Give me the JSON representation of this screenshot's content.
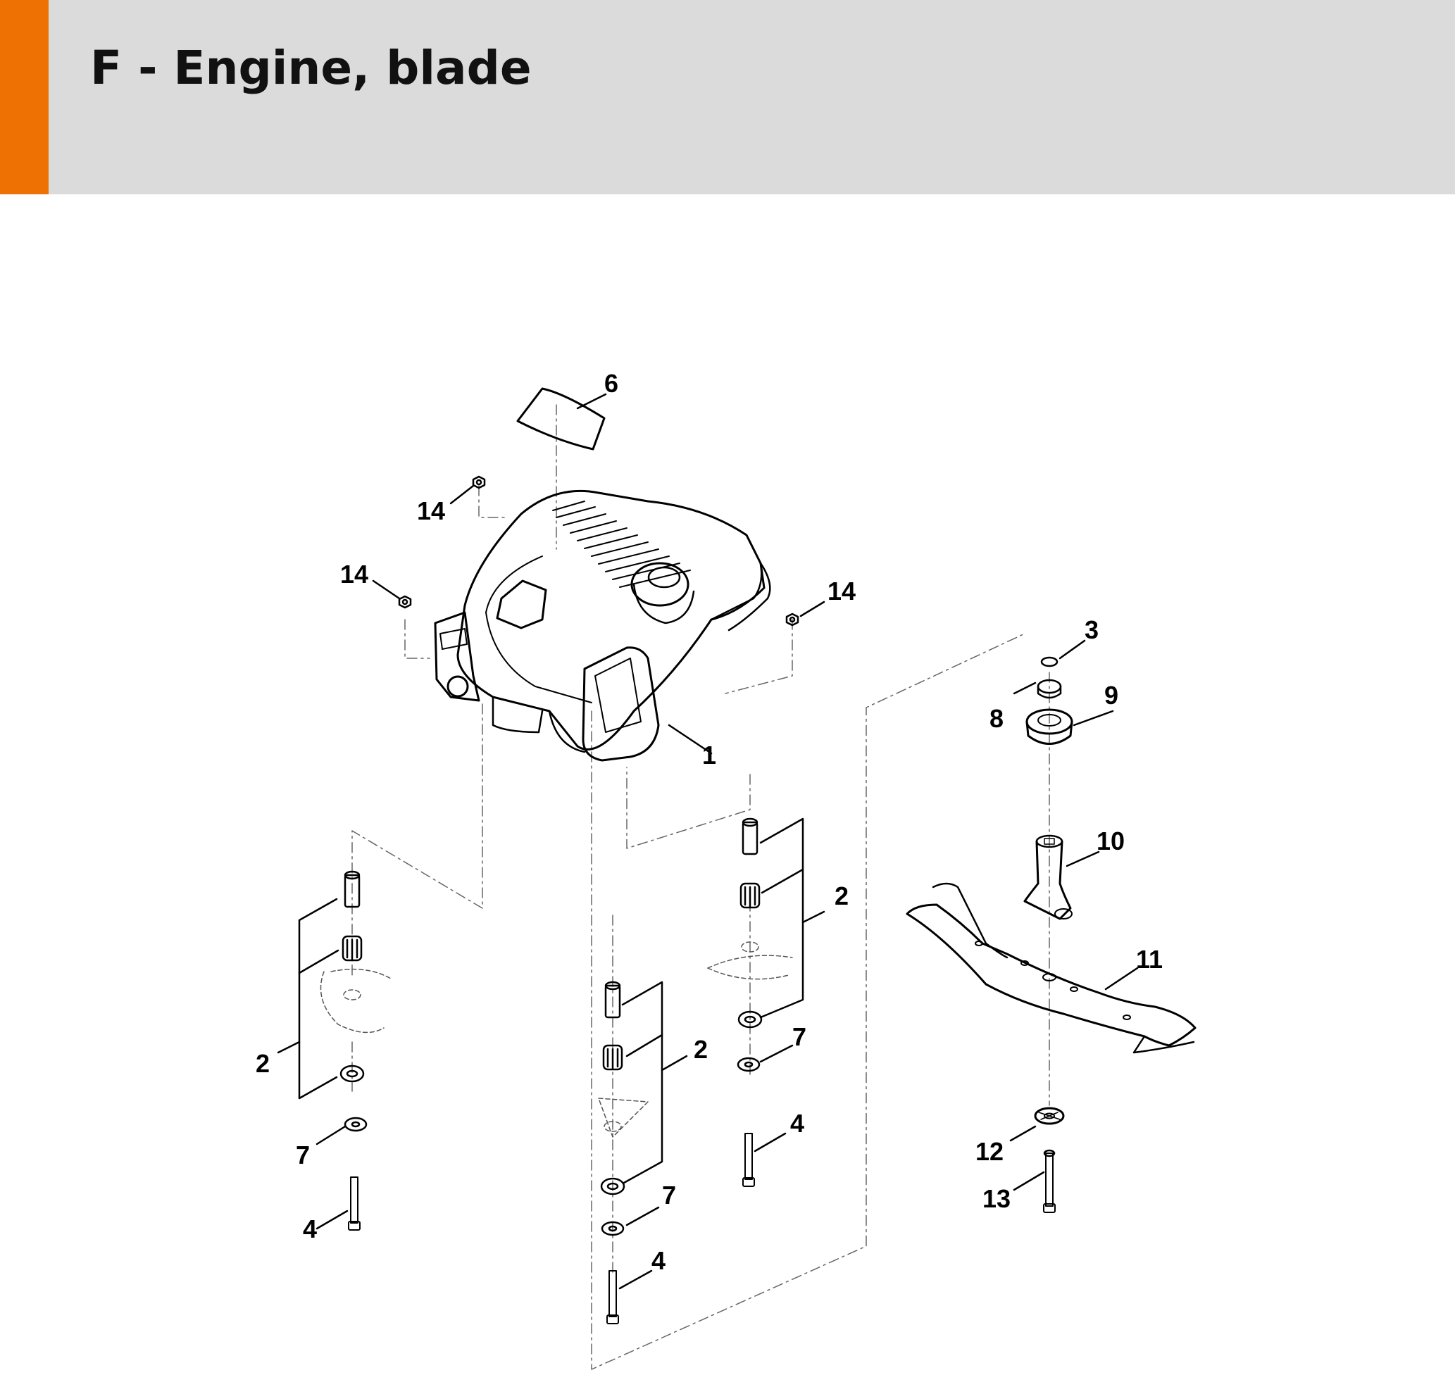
{
  "header": {
    "title": "F - Engine, blade",
    "accent_color": "#ee7203",
    "background_color": "#dadbda"
  },
  "diagram": {
    "callouts": [
      {
        "id": "c1",
        "label": "1",
        "part": "engine"
      },
      {
        "id": "c2a",
        "label": "2",
        "part": "mount-set-left"
      },
      {
        "id": "c2b",
        "label": "2",
        "part": "mount-set-center"
      },
      {
        "id": "c2c",
        "label": "2",
        "part": "mount-set-right"
      },
      {
        "id": "c3",
        "label": "3",
        "part": "ring"
      },
      {
        "id": "c4a",
        "label": "4",
        "part": "bolt-left"
      },
      {
        "id": "c4b",
        "label": "4",
        "part": "bolt-center"
      },
      {
        "id": "c4c",
        "label": "4",
        "part": "bolt-right"
      },
      {
        "id": "c6",
        "label": "6",
        "part": "label-plate"
      },
      {
        "id": "c7a",
        "label": "7",
        "part": "washer-left"
      },
      {
        "id": "c7b",
        "label": "7",
        "part": "washer-center"
      },
      {
        "id": "c7c",
        "label": "7",
        "part": "washer-right"
      },
      {
        "id": "c8",
        "label": "8",
        "part": "bushing"
      },
      {
        "id": "c9",
        "label": "9",
        "part": "blade-hub"
      },
      {
        "id": "c10",
        "label": "10",
        "part": "blade-adapter"
      },
      {
        "id": "c11",
        "label": "11",
        "part": "blade"
      },
      {
        "id": "c12",
        "label": "12",
        "part": "spring-washer"
      },
      {
        "id": "c13",
        "label": "13",
        "part": "blade-bolt"
      },
      {
        "id": "c14a",
        "label": "14",
        "part": "nut-top"
      },
      {
        "id": "c14b",
        "label": "14",
        "part": "nut-left"
      },
      {
        "id": "c14c",
        "label": "14",
        "part": "nut-right"
      }
    ]
  }
}
